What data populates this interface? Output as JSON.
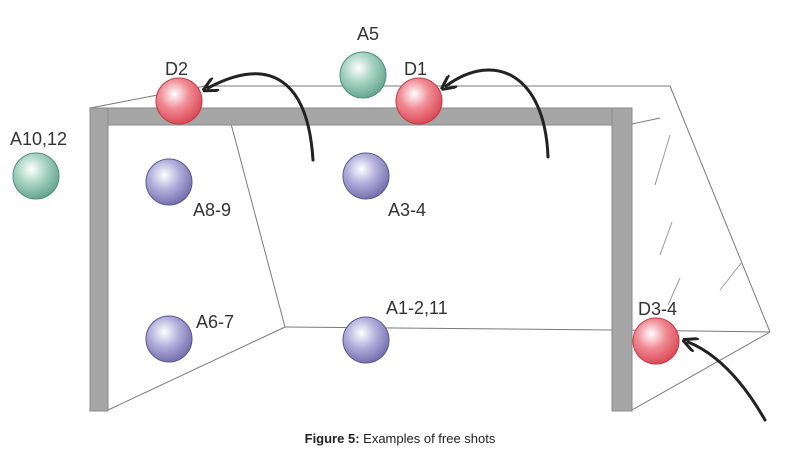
{
  "colors": {
    "frame": "#a6a6a6",
    "net_line": "#7a7a7a",
    "arrow": "#222222",
    "ball_attack": "#8a86c0",
    "ball_defend": "#e5616e",
    "ball_other": "#7fbaa7"
  },
  "balls": [
    {
      "id": "a10-12",
      "label": "A10,12",
      "type": "other"
    },
    {
      "id": "a5",
      "label": "A5",
      "type": "other"
    },
    {
      "id": "d2",
      "label": "D2",
      "type": "defend"
    },
    {
      "id": "d1",
      "label": "D1",
      "type": "defend"
    },
    {
      "id": "a8-9",
      "label": "A8-9",
      "type": "attack"
    },
    {
      "id": "a3-4",
      "label": "A3-4",
      "type": "attack"
    },
    {
      "id": "a6-7",
      "label": "A6-7",
      "type": "attack"
    },
    {
      "id": "a1-2-11",
      "label": "A1-2,11",
      "type": "attack"
    },
    {
      "id": "d3-4",
      "label": "D3-4",
      "type": "defend"
    }
  ],
  "caption": {
    "label": "Figure 5:",
    "text": " Examples of free shots"
  }
}
